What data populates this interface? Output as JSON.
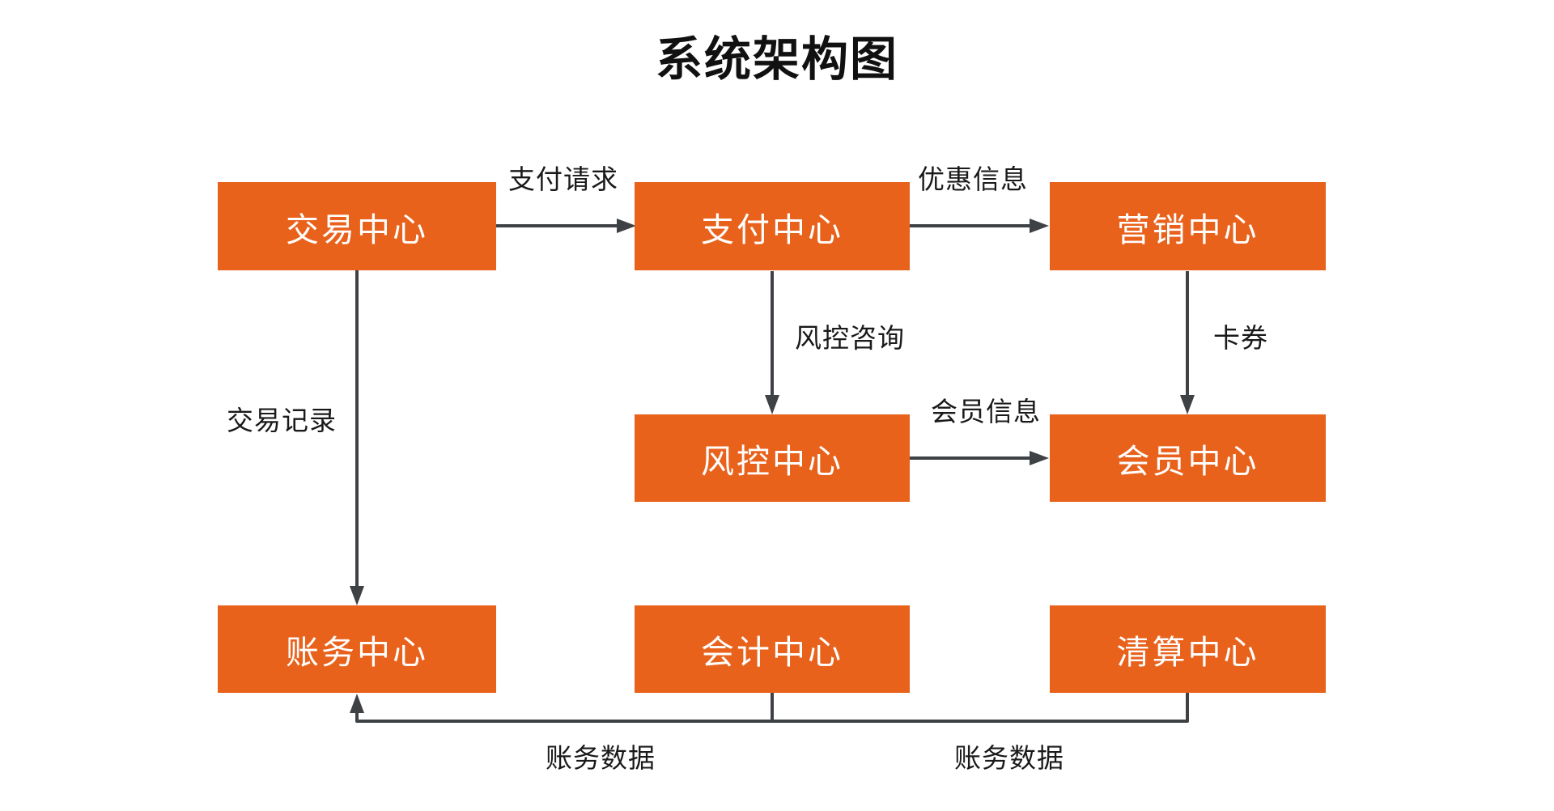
{
  "title": "系统架构图",
  "colors": {
    "node_fill": "#E8621C",
    "node_text": "#FFFFFF",
    "edge": "#3F4245",
    "label_text": "#1A1A1A",
    "bg": "#FFFFFF"
  },
  "nodes": {
    "trade": {
      "label": "交易中心"
    },
    "payment": {
      "label": "支付中心"
    },
    "marketing": {
      "label": "营销中心"
    },
    "risk": {
      "label": "风控中心"
    },
    "member": {
      "label": "会员中心"
    },
    "billing": {
      "label": "账务中心"
    },
    "accounting": {
      "label": "会计中心"
    },
    "clearing": {
      "label": "清算中心"
    }
  },
  "edges": {
    "payment_request": {
      "from": "交易中心",
      "to": "支付中心",
      "label": "支付请求"
    },
    "discount_info": {
      "from": "支付中心",
      "to": "营销中心",
      "label": "优惠信息"
    },
    "risk_consult": {
      "from": "支付中心",
      "to": "风控中心",
      "label": "风控咨询"
    },
    "coupon": {
      "from": "营销中心",
      "to": "会员中心",
      "label": "卡券"
    },
    "member_info": {
      "from": "风控中心",
      "to": "会员中心",
      "label": "会员信息"
    },
    "trade_record": {
      "from": "交易中心",
      "to": "账务中心",
      "label": "交易记录"
    },
    "billing_data_left": {
      "from": "会计中心",
      "to": "账务中心",
      "label": "账务数据"
    },
    "billing_data_right": {
      "from": "清算中心",
      "to": "账务中心",
      "label": "账务数据"
    }
  }
}
